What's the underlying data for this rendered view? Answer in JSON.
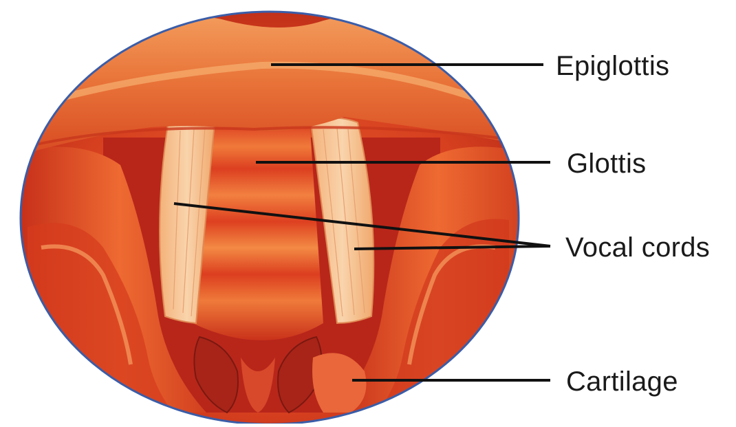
{
  "labels": {
    "epiglottis": "Epiglottis",
    "glottis": "Glottis",
    "vocal_cords": "Vocal cords",
    "cartilage": "Cartilage"
  },
  "colors": {
    "outline": "#3a5da8",
    "tissue_dark": "#c8321e",
    "tissue_mid": "#e2502a",
    "tissue_light": "#f08a4a",
    "cord_fill": "#f6c59a",
    "leader_line": "#111111"
  }
}
